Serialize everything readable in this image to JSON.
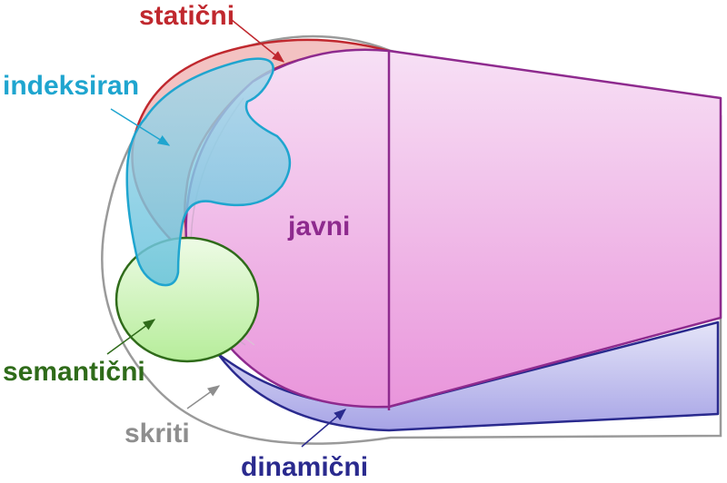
{
  "labels": {
    "staticni": "statični",
    "indeksiran": "indeksiran",
    "javni": "javni",
    "semanticni": "semantični",
    "skriti": "skriti",
    "dinamicni": "dinamični"
  },
  "colors": {
    "staticni": "#c0282e",
    "indeksiran": "#1fa5cf",
    "javni": "#8e2a8e",
    "semanticni": "#2f6b1a",
    "skriti": "#8e8e8e",
    "dinamicni": "#2a2a8e"
  }
}
